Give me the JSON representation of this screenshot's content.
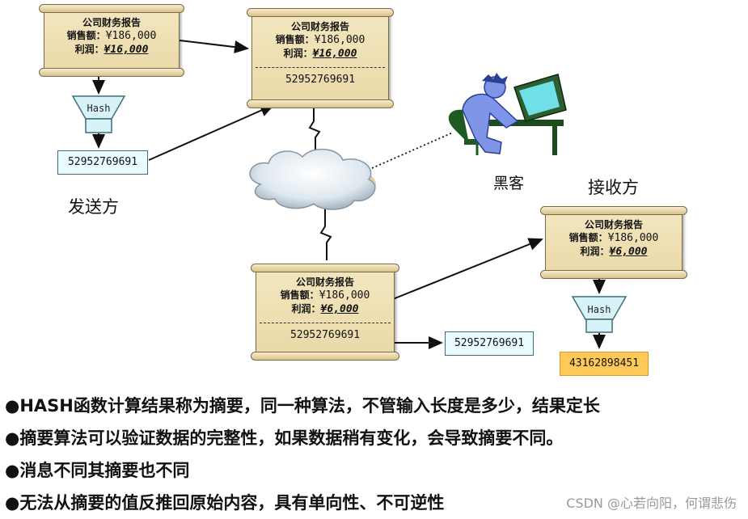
{
  "doc": {
    "title": "公司财务报告",
    "sales_key": "销售额：",
    "sales_value": "¥186,000",
    "profit_key": "利润：",
    "profit_original": "¥16,000",
    "profit_tampered": "¥6,000",
    "hash_original": "52952769691",
    "hash_tampered": "43162898451"
  },
  "hash_label": "Hash",
  "labels": {
    "sender": "发送方",
    "hacker": "黑客",
    "receiver": "接收方"
  },
  "bullets": [
    "●HASH函数计算结果称为摘要，同一种算法，不管输入长度是多少，结果定长",
    "●摘要算法可以验证数据的完整性，如果数据稍有变化，会导致摘要不同。",
    "●消息不同其摘要也不同",
    "●无法从摘要的值反推回原始内容，具有单向性、不可逆性"
  ],
  "watermark": "CSDN @心若向阳，何谓悲伤",
  "colors": {
    "hash_box": "#e9fbff",
    "hash_mismatch": "#ffc95a",
    "paper": "#f3e6bf"
  }
}
